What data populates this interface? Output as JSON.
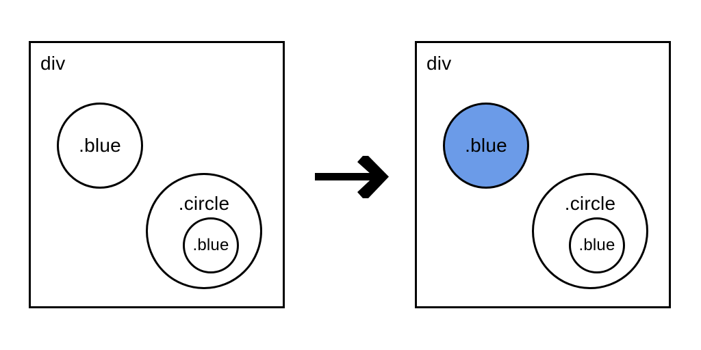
{
  "diagram": {
    "type": "before-after-transformation",
    "description": "CSS scoping diagram: a div containing a standalone .blue circle and a .circle element with a nested .blue circle; after the transformation only the top-level .blue circle is filled blue.",
    "background_color": "#ffffff",
    "stroke_color": "#000000",
    "accent_color": "#6B9BE8"
  },
  "panels": [
    {
      "id": "before",
      "container_label": "div",
      "shapes": [
        {
          "name": "blue-solo",
          "label": ".blue",
          "filled": false,
          "fill": "#ffffff"
        },
        {
          "name": "circle-outer",
          "label": ".circle",
          "filled": false,
          "fill": "#ffffff"
        },
        {
          "name": "blue-nested",
          "label": ".blue",
          "filled": false,
          "fill": "#ffffff"
        }
      ]
    },
    {
      "id": "after",
      "container_label": "div",
      "shapes": [
        {
          "name": "blue-solo",
          "label": ".blue",
          "filled": true,
          "fill": "#6B9BE8"
        },
        {
          "name": "circle-outer",
          "label": ".circle",
          "filled": false,
          "fill": "#ffffff"
        },
        {
          "name": "blue-nested",
          "label": ".blue",
          "filled": false,
          "fill": "#ffffff"
        }
      ]
    }
  ],
  "connector": {
    "name": "right-arrow",
    "direction": "right",
    "color": "#000000"
  }
}
